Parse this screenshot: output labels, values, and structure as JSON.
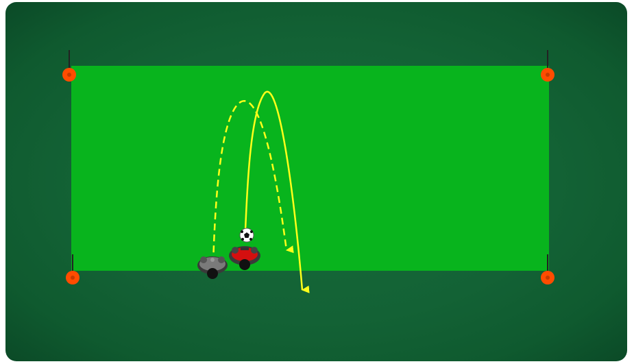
{
  "colors": {
    "surround": "#136235",
    "pitch": "#08b41d",
    "arrow": "#ffff1a",
    "cone": "#ff4c00",
    "pole": "#222222",
    "player_red": "#d40f0f",
    "player_grey": "#777777"
  },
  "cones": {
    "count": 4,
    "icon": "orange-cone-with-pole"
  },
  "players": [
    {
      "role": "player-grey",
      "icon": "player-topdown"
    },
    {
      "role": "player-red",
      "icon": "player-topdown"
    }
  ],
  "ball": {
    "icon": "soccer-ball"
  },
  "paths": [
    {
      "kind": "dashed",
      "meaning": "player-run"
    },
    {
      "kind": "solid",
      "meaning": "ball-flight"
    }
  ]
}
